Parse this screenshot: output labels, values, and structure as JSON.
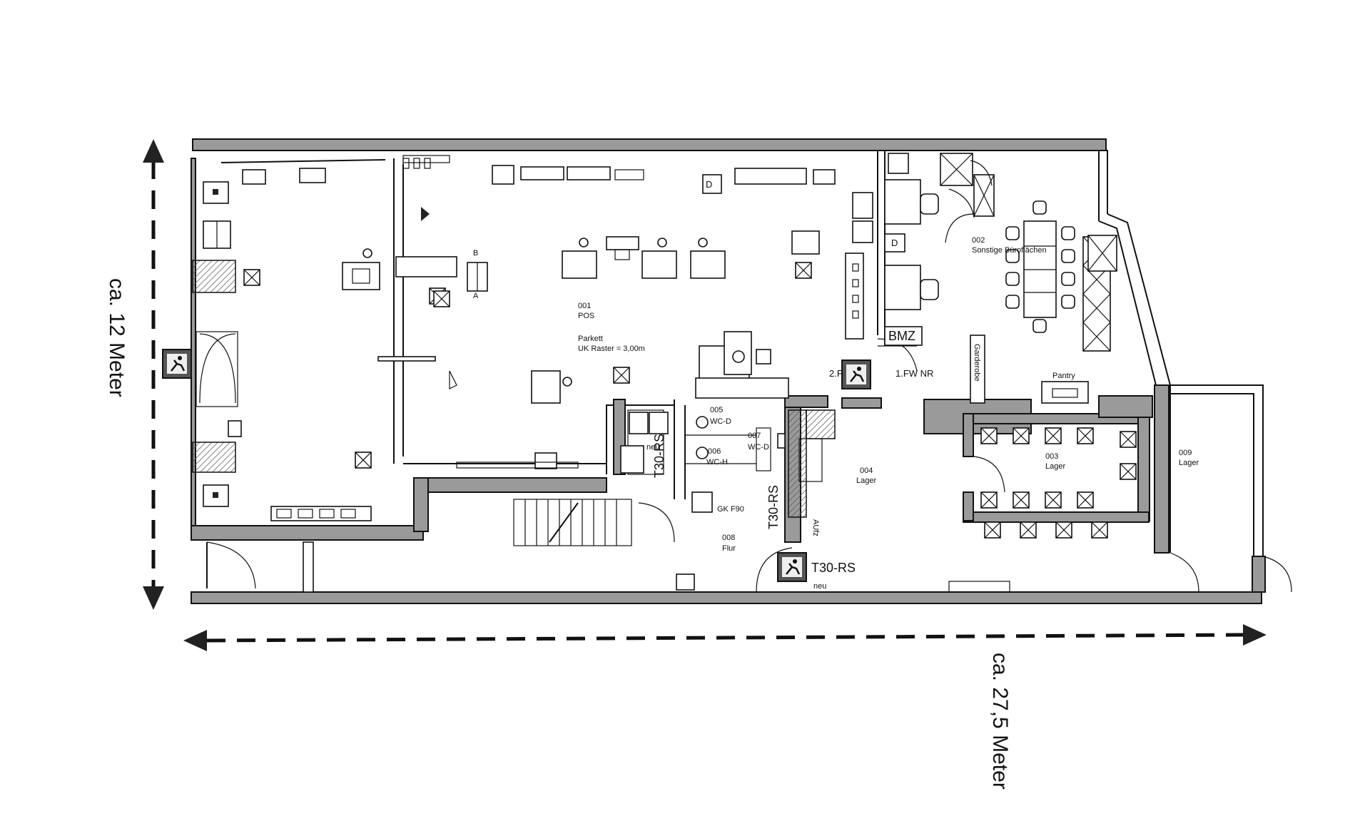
{
  "dimensions": {
    "height_label": "ca. 12 Meter",
    "width_label": "ca. 27,5 Meter"
  },
  "rooms": {
    "r001_number": "001",
    "r001_name": "POS",
    "floor_note_1": "Parkett",
    "floor_note_2": "UK Raster = 3,00m",
    "r002_number": "002",
    "r002_name": "Sonstige Büroflächen",
    "r003_number": "003",
    "r003_name": "Lager",
    "r004_number": "004",
    "r004_name": "Lager",
    "r005_number": "005",
    "r005_name": "WC-D",
    "r006_number": "006",
    "r006_name": "WC-H",
    "r007_number": "007",
    "r007_name": "WC-D",
    "r008_number": "008",
    "r008_name": "Flur",
    "r009_number": "009",
    "r009_name": "Lager"
  },
  "labels": {
    "bmz": "BMZ",
    "pantry": "Pantry",
    "garderobe": "Garderobe",
    "door_t30_left": "T30-RS",
    "door_t30_mid": "T30-RS",
    "door_t30_bottom": "T30-RS",
    "neu_1": "neu",
    "neu_2": "neu",
    "gk": "GK F90",
    "fw_1": "1.FW NR",
    "fw_2": "2.F",
    "marker_a": "A",
    "marker_b": "B",
    "aufzug": "AUfz",
    "d_symbol_1": "D",
    "d_symbol_2": "D"
  },
  "icons": {
    "emergency_exit": "emergency-exit-icon"
  }
}
